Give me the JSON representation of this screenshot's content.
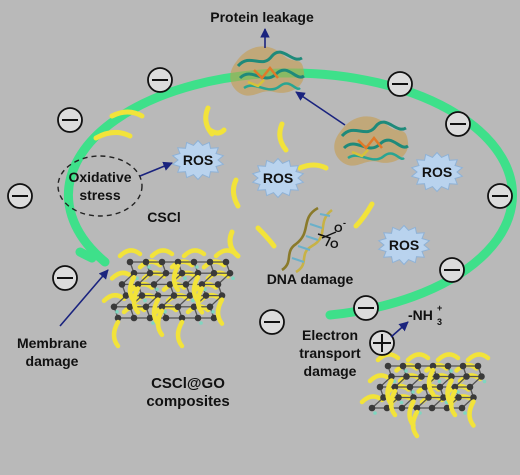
{
  "labels": {
    "protein_leakage": "Protein leakage",
    "oxidative_line1": "Oxidative",
    "oxidative_line2": "stress",
    "csci": "CSCl",
    "ros": "ROS",
    "dna_damage": "DNA damage",
    "dna_o1": "O",
    "dna_o2": "O",
    "dna_o_sup": "-",
    "membrane_line1": "Membrane",
    "membrane_line2": "damage",
    "composite_line1": "CSCl@GO",
    "composite_line2": "composites",
    "electron_line1": "Electron",
    "electron_line2": "transport",
    "electron_line3": "damage",
    "nh3_prefix": "-NH",
    "nh3_sub": "3",
    "nh3_sup": "+"
  },
  "colors": {
    "background": "#b9b9b9",
    "membrane": "#3ee08a",
    "csci_strand": "#f2e33a",
    "ros_star": "#b9d3ee",
    "arrow": "#1a237e",
    "graphene_atom": "#3a3a3a",
    "amine_tip": "#7fd6c0"
  },
  "icons": [
    "negative-charge-icon",
    "positive-charge-icon",
    "ros-star-icon",
    "protein-icon",
    "dna-icon",
    "graphene-sheet-icon"
  ]
}
